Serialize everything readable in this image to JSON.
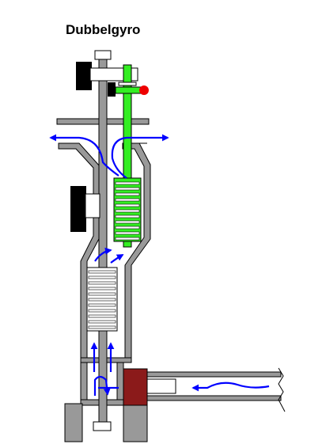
{
  "diagram": {
    "title": "Dubbelgyro",
    "colors": {
      "background": "#ffffff",
      "casing_fill": "#999999",
      "outline": "#000000",
      "shaft": "#999999",
      "green_shaft": "#33ee22",
      "rotor_blades": "#ffffff",
      "handle_black": "#000000",
      "red_knob": "#ee0000",
      "flow_arrows": "#0000ff",
      "valve_fill": "#8b1a1a"
    },
    "components": [
      "outer-casing",
      "central-shaft",
      "inner-shaft",
      "upper-rotor-blades",
      "lower-rotor-blades",
      "inlet-pipe",
      "inlet-valve",
      "steam-flow-arrows",
      "bearing-blocks",
      "base-feet"
    ]
  }
}
